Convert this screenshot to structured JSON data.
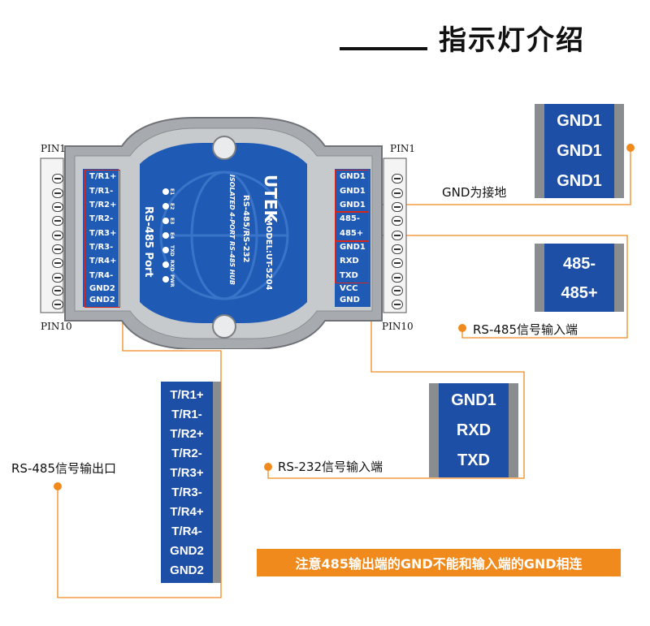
{
  "title": "指示灯介绍",
  "device": {
    "pin_top_left": "PIN1",
    "pin_bottom_left": "PIN10",
    "pin_top_right": "PIN1",
    "pin_bottom_right": "PIN10",
    "left_pins": [
      "T/R1+",
      "T/R1-",
      "T/R2+",
      "T/R2-",
      "T/R3+",
      "T/R3-",
      "T/R4+",
      "T/R4-",
      "GND2",
      "GND2"
    ],
    "right_pins": [
      "GND1",
      "GND1",
      "GND1",
      "485-",
      "485+",
      "GND1",
      "RXD",
      "TXD",
      "VCC",
      "GND"
    ],
    "brand": "UTEK",
    "model": "MODEL:UT-5204",
    "product_line1": "RS-485/RS-232",
    "product_line2": "ISOLATED 4-PORT RS-485 HUB",
    "port_name": "RS-485 Port",
    "led_labels": [
      "E1",
      "E2",
      "E3",
      "E4",
      "TXD",
      "RXD",
      "PWR"
    ]
  },
  "gnd_panel": {
    "labels": [
      "GND1",
      "GND1",
      "GND1"
    ],
    "caption": "GND为接地"
  },
  "rs485_in_panel": {
    "labels": [
      "485-",
      "485+"
    ],
    "caption": "RS-485信号输入端"
  },
  "rs232_panel": {
    "labels": [
      "GND1",
      "RXD",
      "TXD"
    ],
    "caption": "RS-232信号输入端"
  },
  "rs485_out_panel": {
    "labels": [
      "T/R1+",
      "T/R1-",
      "T/R2+",
      "T/R2-",
      "T/R3+",
      "T/R3-",
      "T/R4+",
      "T/R4-",
      "GND2",
      "GND2"
    ],
    "caption": "RS-485信号输出口"
  },
  "note": "注意485输出端的GND不能和输入端的GND相连",
  "colors": {
    "accent_orange": "#f08a1c",
    "panel_blue": "#1d4fa6",
    "panel_gray": "#8a8d90",
    "box_red": "#d9261c"
  }
}
